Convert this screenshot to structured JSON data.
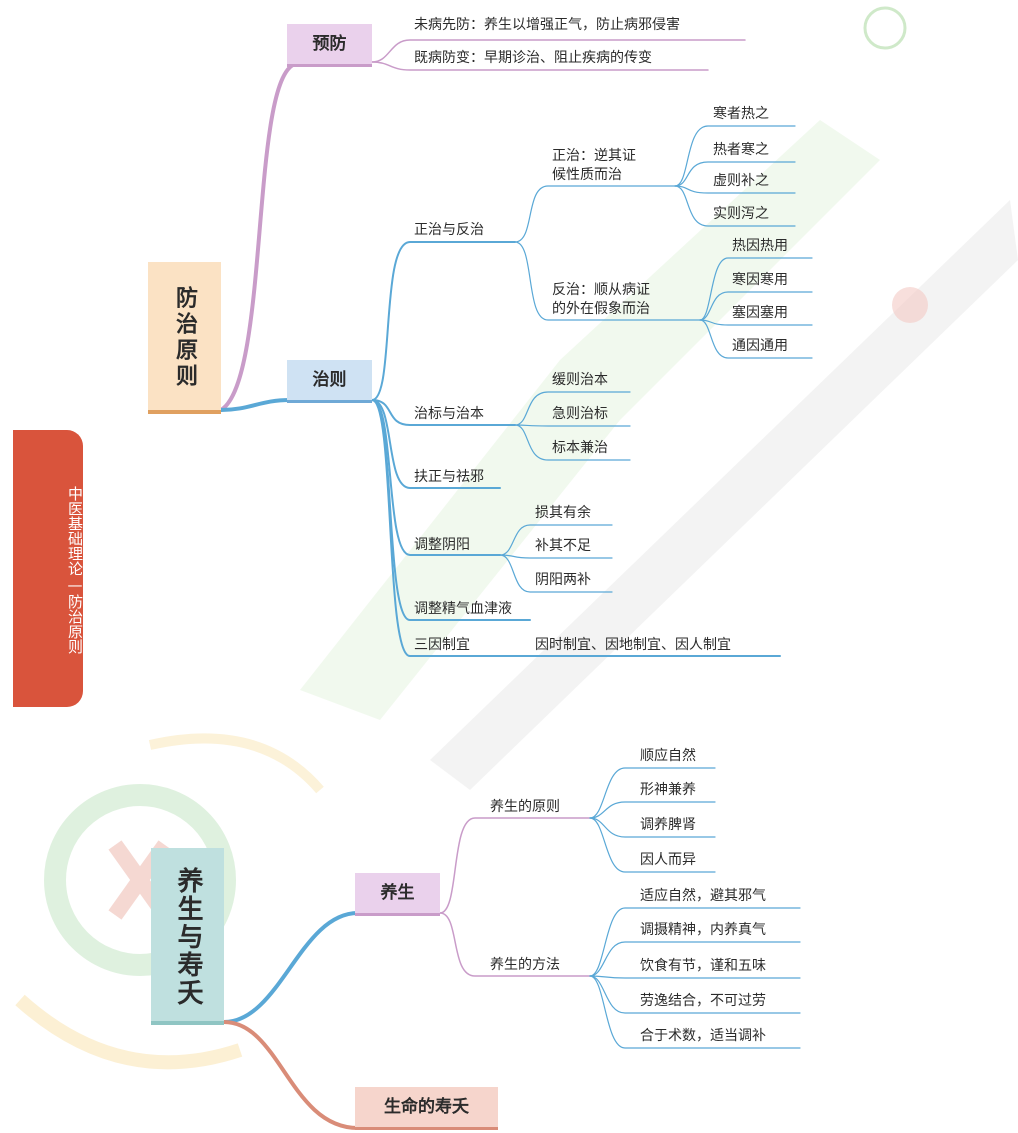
{
  "side_tab": "中医基础理论—防治原则",
  "section1": {
    "title": "防治原则",
    "yufang": {
      "label": "预防",
      "items": [
        "未病先防：养生以增强正气，防止病邪侵害",
        "既病防变：早期诊治、阻止疾病的传变"
      ]
    },
    "zhize": {
      "label": "治则",
      "zhengfan": {
        "label": "正治与反治",
        "zhengzhi": {
          "label_line1": "正治：逆其证",
          "label_line2": "候性质而治",
          "items": [
            "寒者热之",
            "热者寒之",
            "虚则补之",
            "实则泻之"
          ]
        },
        "fanzhi": {
          "label_line1": "反治：顺从病证",
          "label_line2": "的外在假象而治",
          "items": [
            "热因热用",
            "寒因寒用",
            "塞因塞用",
            "通因通用"
          ]
        }
      },
      "biaoben": {
        "label": "治标与治本",
        "items": [
          "缓则治本",
          "急则治标",
          "标本兼治"
        ]
      },
      "fuzheng": {
        "label": "扶正与祛邪"
      },
      "yinyang": {
        "label": "调整阴阳",
        "items": [
          "损其有余",
          "补其不足",
          "阴阳两补"
        ]
      },
      "jingqi": {
        "label": "调整精气血津液"
      },
      "sanyin": {
        "label": "三因制宜",
        "detail": "因时制宜、因地制宜、因人制宜"
      }
    }
  },
  "section2": {
    "title": "养生与寿夭",
    "yangsheng": {
      "label": "养生",
      "yuanze": {
        "label": "养生的原则",
        "items": [
          "顺应自然",
          "形神兼养",
          "调养脾肾",
          "因人而异"
        ]
      },
      "fangfa": {
        "label": "养生的方法",
        "items": [
          "适应自然，避其邪气",
          "调摄精神，内养真气",
          "饮食有节，谨和五味",
          "劳逸结合，不可过劳",
          "合于术数，适当调补"
        ]
      }
    },
    "shouyao": {
      "label": "生命的寿夭"
    }
  },
  "colors": {
    "tab": "#d9543c",
    "pink_line": "#c99cc9",
    "blue_line": "#5aa8d6",
    "salmon_line": "#d98c78"
  }
}
